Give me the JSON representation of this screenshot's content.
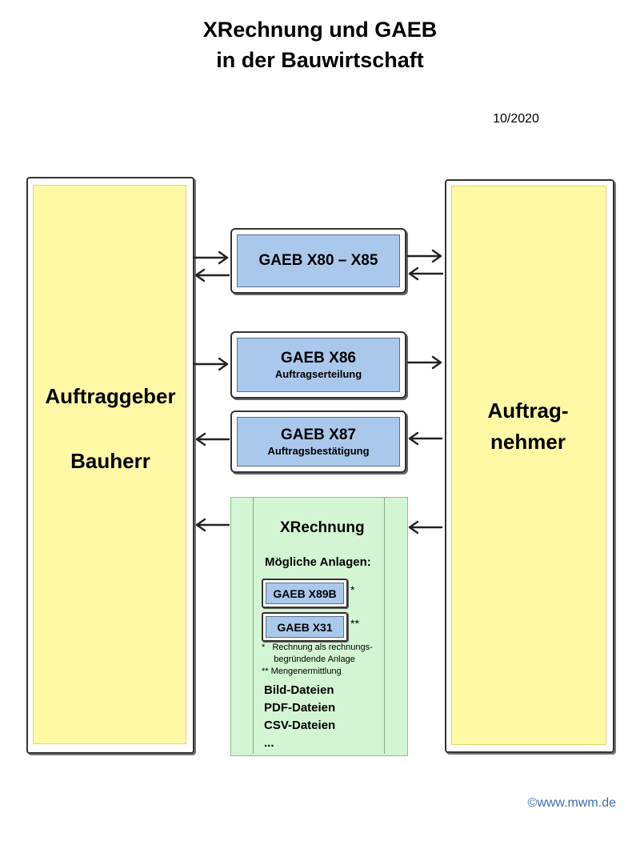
{
  "title": {
    "line1": "XRechnung und GAEB",
    "line2": "in der Bauwirtschaft"
  },
  "date": "10/2020",
  "left_column": {
    "line1": "Auftraggeber",
    "line2": "Bauherr"
  },
  "right_column": {
    "line1": "Auftrag-",
    "line2": "nehmer"
  },
  "gaeb_boxes": [
    {
      "main": "GAEB X80 – X85",
      "sub": ""
    },
    {
      "main": "GAEB X86",
      "sub": "Auftragserteilung"
    },
    {
      "main": "GAEB X87",
      "sub": "Auftragsbestätigung"
    }
  ],
  "xrechnung": {
    "title": "XRechnung",
    "attachments_label": "Mögliche Anlagen:",
    "attachments": [
      {
        "label": "GAEB X89B",
        "mark": "*"
      },
      {
        "label": "GAEB X31",
        "mark": "**"
      }
    ],
    "notes": [
      "*   Rechnung als rechnungs-",
      "     begründende Anlage",
      "** Mengenermittlung"
    ],
    "files": [
      "Bild-Dateien",
      "PDF-Dateien",
      "CSV-Dateien",
      "..."
    ]
  },
  "footer": "©www.mwm.de",
  "colors": {
    "column_fill": "#fff9a6",
    "gaeb_fill": "#a9c8ec",
    "xrechnung_fill": "#d3f5d3",
    "footer_text": "#3b6fb5"
  }
}
